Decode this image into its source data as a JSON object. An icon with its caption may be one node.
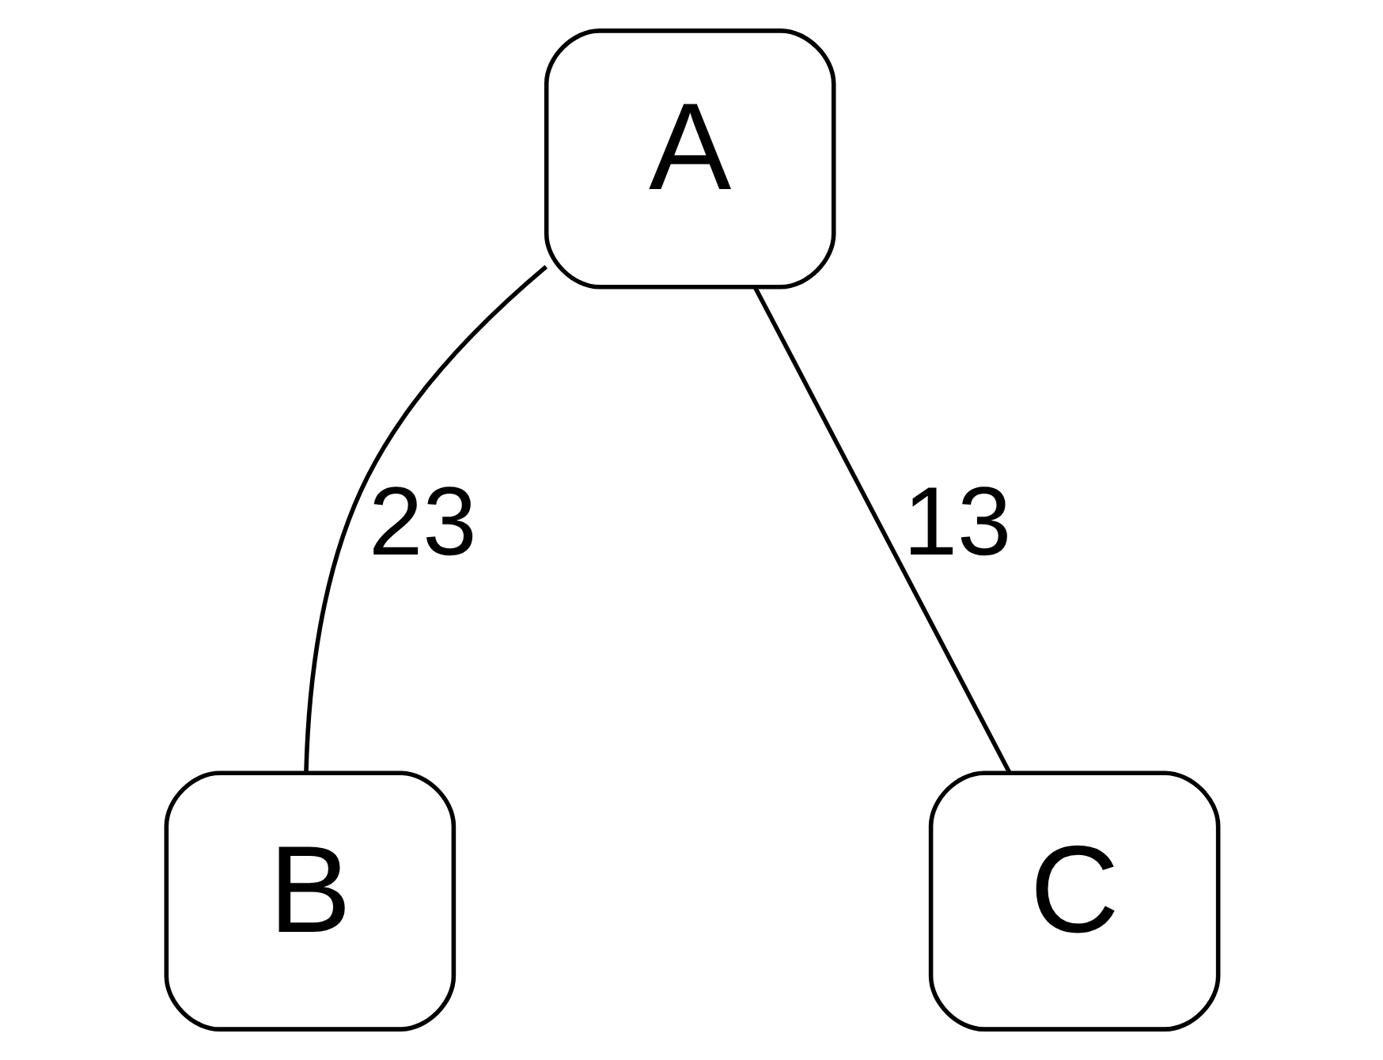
{
  "diagram": {
    "nodes": [
      {
        "text": [
          "A"
        ]
      },
      {
        "text": [
          "B"
        ]
      },
      {
        "text": [
          "C"
        ]
      }
    ],
    "edges": [
      {
        "from": 0,
        "to": 1,
        "arrow": "none",
        "label": "23"
      },
      {
        "from": 0,
        "to": 2,
        "arrow": "none",
        "label": "13"
      }
    ]
  }
}
